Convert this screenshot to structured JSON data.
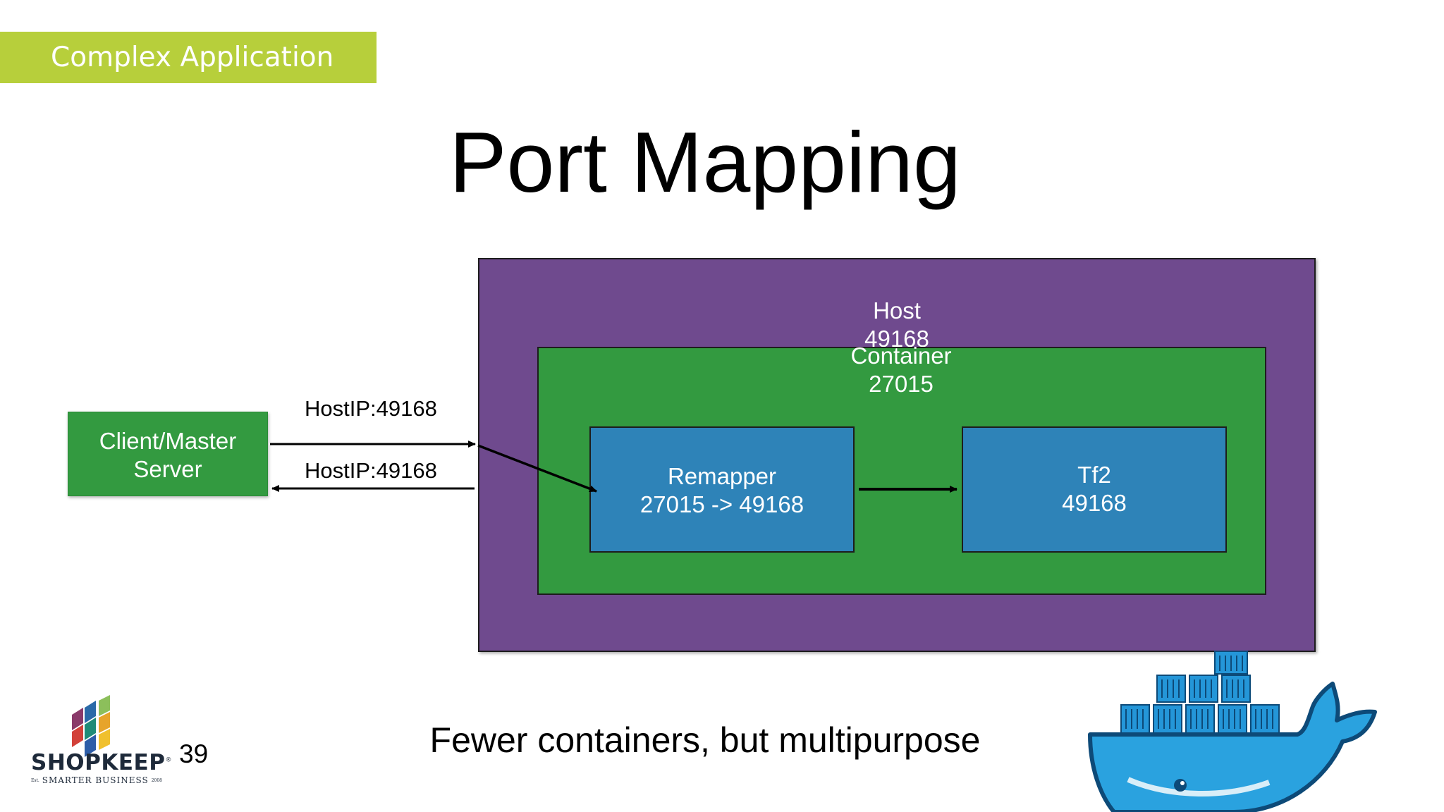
{
  "section_banner": "Complex Application",
  "title": "Port Mapping",
  "diagram": {
    "host": {
      "name": "Host",
      "port": "49168"
    },
    "container": {
      "name": "Container",
      "port": "27015"
    },
    "remapper": {
      "name": "Remapper",
      "mapping": "27015 -> 49168"
    },
    "tf2": {
      "name": "Tf2",
      "port": "49168"
    },
    "client": {
      "line1": "Client/Master",
      "line2": "Server"
    },
    "edges": {
      "outbound_label": "HostIP:49168",
      "inbound_label": "HostIP:49168"
    }
  },
  "caption": "Fewer containers, but multipurpose",
  "page_number": "39",
  "brand": {
    "name": "SHOPKEEP",
    "registered_mark": "®",
    "tagline": "SMARTER BUSINESS",
    "est_label": "Est.",
    "est_year": "2008"
  },
  "colors": {
    "banner": "#b7cf3b",
    "host": "#6f4a8e",
    "container": "#339a40",
    "service": "#2e83b8",
    "whale": "#2496d8"
  },
  "icons": [
    "shopkeep-logo-icon",
    "docker-whale-icon"
  ]
}
